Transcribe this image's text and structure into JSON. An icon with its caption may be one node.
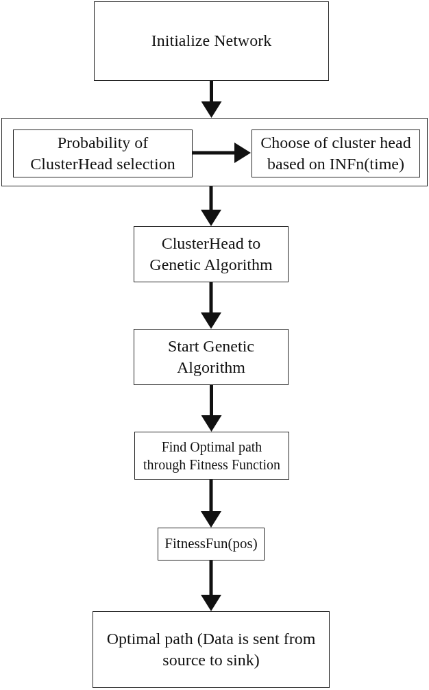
{
  "diagram": {
    "nodes": [
      {
        "text": [
          "Initialize Network"
        ]
      },
      {
        "text": [],
        "shape": "box"
      },
      {
        "text": [
          "Probability of ClusterHead selection"
        ],
        "in": 1
      },
      {
        "text": [
          "Choose of cluster head based on INFn(time)"
        ],
        "in": 1
      },
      {
        "text": [
          "ClusterHead to Genetic Algorithm"
        ]
      },
      {
        "text": [
          "Start Genetic Algorithm"
        ]
      },
      {
        "text": [
          "Find Optimal path through Fitness Function"
        ]
      },
      {
        "text": [
          "FitnessFun(pos)"
        ]
      },
      {
        "text": [
          "Optimal path (Data is sent from source to sink)"
        ]
      }
    ],
    "edges": [
      {
        "from": 0,
        "to": 1,
        "arrow": "to"
      },
      {
        "from": 2,
        "to": 3,
        "arrow": "to"
      },
      {
        "from": 1,
        "to": 4,
        "arrow": "to"
      },
      {
        "from": 4,
        "to": 5,
        "arrow": "to"
      },
      {
        "from": 5,
        "to": 6,
        "arrow": "to"
      },
      {
        "from": 6,
        "to": 7,
        "arrow": "to"
      },
      {
        "from": 7,
        "to": 8,
        "arrow": "to"
      }
    ]
  }
}
